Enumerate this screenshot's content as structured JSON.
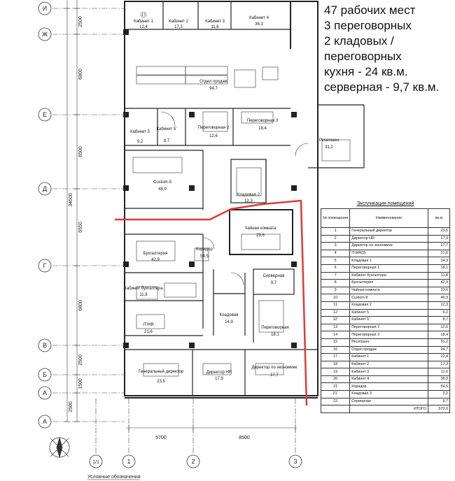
{
  "summary": {
    "lines": [
      "47 рабочих мест",
      "3 переговорных",
      "2 кладовых /",
      "переговорных",
      "кухня - 24 кв.м.",
      "серверная - 9,7 кв.м."
    ]
  },
  "explication": {
    "title": "Экспликация помещений",
    "headers": [
      "№ помещения",
      "Наименование",
      "кв.м"
    ],
    "rows": [
      {
        "n": "1",
        "name": "Генеральный директор",
        "area": "23,5"
      },
      {
        "n": "2",
        "name": "Директор HR",
        "area": "17,9"
      },
      {
        "n": "3",
        "name": "Директор по экономике",
        "area": "17,7"
      },
      {
        "n": "4",
        "name": "IT/HR(3)",
        "area": "21,6"
      },
      {
        "n": "5",
        "name": "Кладовая 1",
        "area": "14,9"
      },
      {
        "n": "6",
        "name": "Переговорная 1",
        "area": "18,1"
      },
      {
        "n": "7",
        "name": "Кабинет бухгалтера",
        "area": "11,8"
      },
      {
        "n": "8",
        "name": "Бухгалтерия",
        "area": "42,9"
      },
      {
        "n": "9",
        "name": "Чайная комната",
        "area": "23,6"
      },
      {
        "n": "10",
        "name": "Custom-9",
        "area": "46,9"
      },
      {
        "n": "11",
        "name": "Кладовая 2",
        "area": "12,3"
      },
      {
        "n": "12",
        "name": "Кабинет 5",
        "area": "9,2"
      },
      {
        "n": "12'",
        "name": "Кабинет 5'",
        "area": "8,7"
      },
      {
        "n": "13",
        "name": "Переговорная 2",
        "area": "12,6"
      },
      {
        "n": "14",
        "name": "Переговорная 3",
        "area": "18,4"
      },
      {
        "n": "15",
        "name": "Ресепшен",
        "area": "31,2"
      },
      {
        "n": "16",
        "name": "Отдел продаж",
        "area": "94,7"
      },
      {
        "n": "17",
        "name": "Кабинет 1",
        "area": "12,4"
      },
      {
        "n": "18",
        "name": "Кабинет 2",
        "area": "17,3"
      },
      {
        "n": "19",
        "name": "Кабинет 3",
        "area": "11,6"
      },
      {
        "n": "20",
        "name": "Кабинет 4",
        "area": "36,3"
      },
      {
        "n": "21",
        "name": "Коридор",
        "area": "54,5"
      },
      {
        "n": "21'",
        "name": "Кладовая 3",
        "area": "2,2"
      },
      {
        "n": "22",
        "name": "Серверная",
        "area": "9,7"
      }
    ],
    "total_label": "ИТОГО",
    "total": "570,0"
  },
  "axes": {
    "rows": [
      "И",
      "Ж",
      "Е",
      "Д",
      "Г",
      "В",
      "Б",
      "А",
      "А"
    ],
    "cols": [
      "1/1",
      "1",
      "2",
      "3"
    ]
  },
  "dimensions": {
    "left": [
      "2500",
      "6800",
      "6500",
      "6550",
      "6800",
      "2500",
      "1500",
      "2500"
    ],
    "total": "34600",
    "bottom": [
      "5700",
      "8500"
    ]
  },
  "rooms": [
    {
      "no": "17",
      "name": "Кабинет 1",
      "area": "12,4"
    },
    {
      "no": "18",
      "name": "Кабинет 2",
      "area": "17,3"
    },
    {
      "no": "19",
      "name": "Кабинет 3",
      "area": "11,6"
    },
    {
      "no": "20",
      "name": "Кабинет 4",
      "area": "36,3"
    },
    {
      "no": "16",
      "name": "Отдел продаж",
      "area": "94,7"
    },
    {
      "no": "12'",
      "name": "Кабинет 5'",
      "area": "8,7"
    },
    {
      "no": "12",
      "name": "Кабинет 5",
      "area": "9,2"
    },
    {
      "no": "13",
      "name": "Переговорная 2",
      "area": "12,6"
    },
    {
      "no": "14",
      "name": "Переговорная 3",
      "area": "18,4"
    },
    {
      "no": "15",
      "name": "Ресепшен",
      "area": "31,2"
    },
    {
      "no": "10",
      "name": "Custom-9",
      "area": "46,9"
    },
    {
      "no": "11",
      "name": "Кладовая 2",
      "area": "12,3"
    },
    {
      "no": "9",
      "name": "Чайная комната",
      "area": "23,6"
    },
    {
      "no": "8",
      "name": "Бухгалтерия",
      "area": "42,9"
    },
    {
      "no": "21",
      "name": "Коридор",
      "area": "54,5"
    },
    {
      "no": "22",
      "name": "Серверная",
      "area": "9,7"
    },
    {
      "no": "7",
      "name": "Кабинет бухгалтера",
      "area": "11,8"
    },
    {
      "no": "5",
      "name": "Кладовая",
      "area": "14,9"
    },
    {
      "no": "6",
      "name": "Переговорная",
      "area": "18,1"
    },
    {
      "no": "4",
      "name": "IT/HR",
      "area": "21,6"
    },
    {
      "no": "1",
      "name": "Генеральный директор",
      "area": "23,5"
    },
    {
      "no": "2",
      "name": "Директор HR",
      "area": "17,9"
    },
    {
      "no": "3",
      "name": "Директор по экономике",
      "area": "17,7"
    }
  ],
  "area_unit": "кв.м.",
  "legend_label": "Условные обозначения"
}
